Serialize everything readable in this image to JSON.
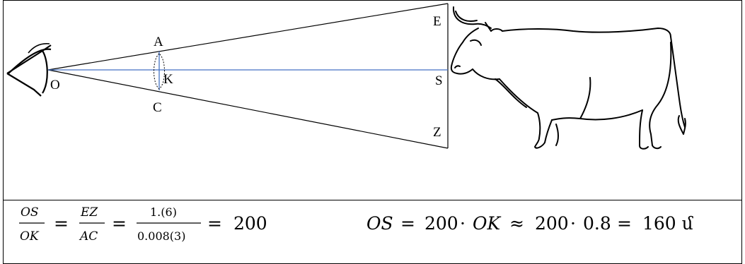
{
  "points": {
    "O": "O",
    "A": "A",
    "K": "K",
    "C": "C",
    "E": "E",
    "S": "S",
    "Z": "Z"
  },
  "formula_left": {
    "frac1_num": "OS",
    "frac1_den": "OK",
    "eq1": "=",
    "frac2_num": "EZ",
    "frac2_den": "AC",
    "eq2": "=",
    "frac3_num": "1.(6)",
    "frac3_den": "0.008(3)",
    "eq3": "=",
    "result": "200"
  },
  "formula_right": {
    "lhs": "OS",
    "eq": "=",
    "factor": "200",
    "dot1": "·",
    "var": "OK",
    "approx": "≈",
    "factor2": "200",
    "dot2": "·",
    "value": "0.8",
    "eq2": "=",
    "result": "160 մ"
  },
  "colors": {
    "line": "#000000",
    "sight_line": "#4472c4",
    "border": "#000000"
  },
  "icons": [
    "eye-icon",
    "bull-icon"
  ]
}
